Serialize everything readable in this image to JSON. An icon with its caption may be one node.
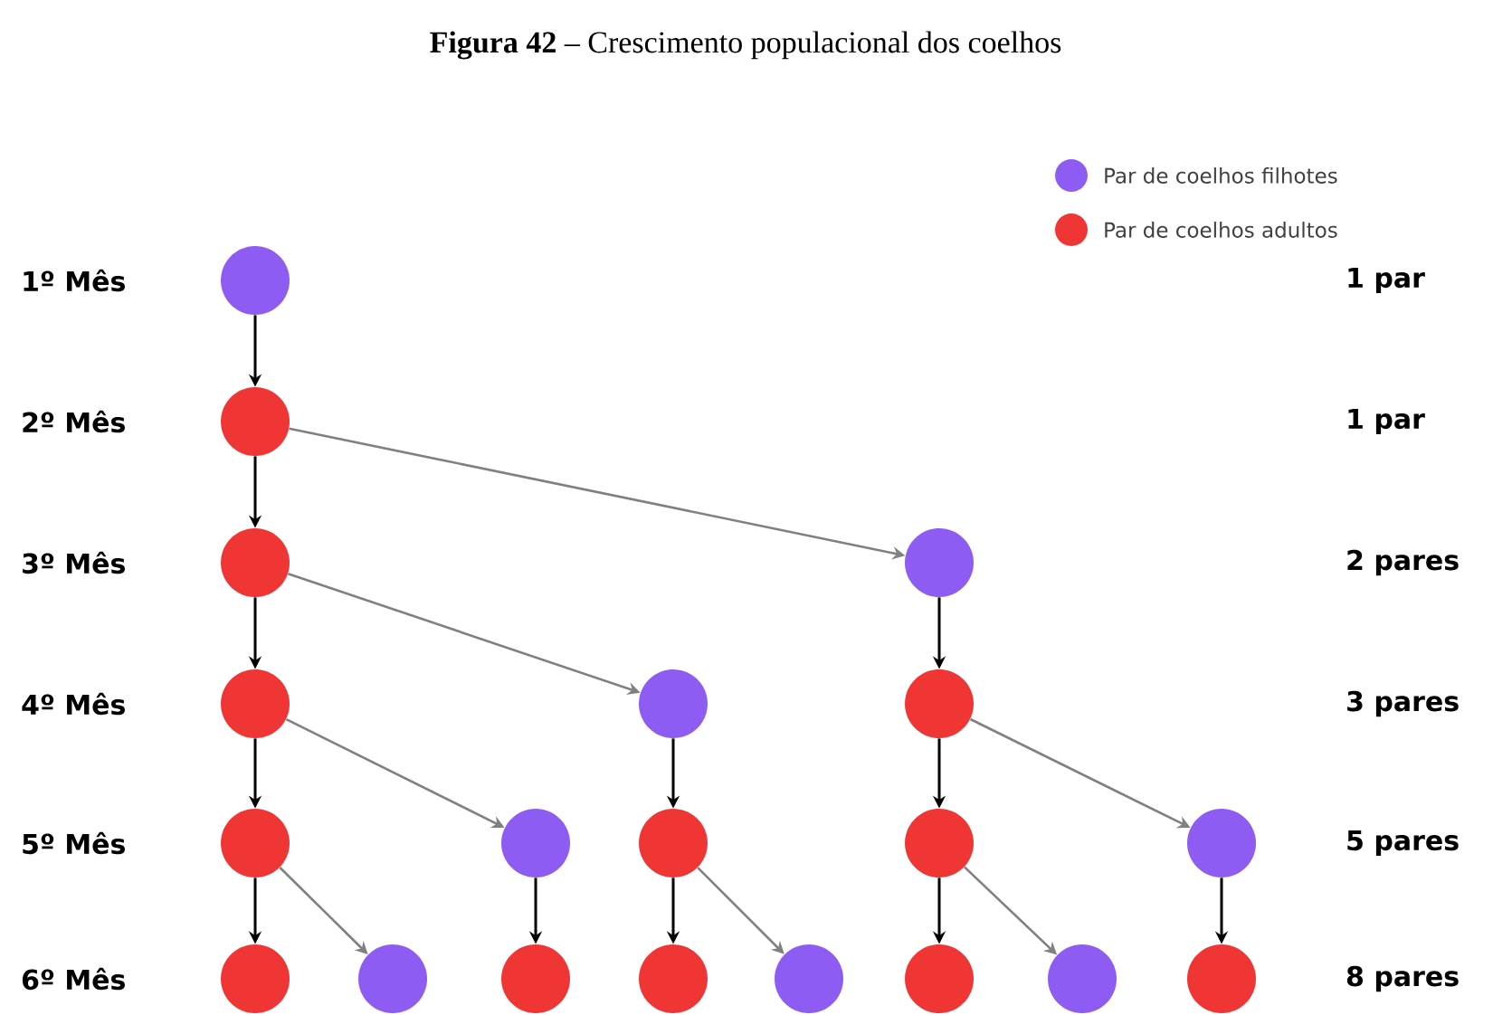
{
  "diagram": {
    "title": "**Figura 42** – Crescimento populacional dos coelhos",
    "nodes": [
      {
        "text": [],
        "shape": "circle"
      },
      {
        "text": [],
        "shape": "circle"
      },
      {
        "text": [],
        "shape": "circle"
      },
      {
        "text": [],
        "shape": "circle"
      },
      {
        "text": [],
        "shape": "circle"
      },
      {
        "text": [],
        "shape": "circle"
      },
      {
        "text": [],
        "shape": "circle"
      },
      {
        "text": [],
        "shape": "circle"
      },
      {
        "text": [],
        "shape": "circle"
      },
      {
        "text": [],
        "shape": "circle"
      },
      {
        "text": [],
        "shape": "circle"
      },
      {
        "text": [],
        "shape": "circle"
      },
      {
        "text": [],
        "shape": "circle"
      },
      {
        "text": [],
        "shape": "circle"
      },
      {
        "text": [],
        "shape": "circle"
      },
      {
        "text": [],
        "shape": "circle"
      },
      {
        "text": [],
        "shape": "circle"
      },
      {
        "text": [],
        "shape": "circle"
      },
      {
        "text": [],
        "shape": "circle"
      },
      {
        "text": [],
        "shape": "circle"
      }
    ],
    "edges": [
      {
        "from": 0,
        "to": 1,
        "arrow": "to"
      },
      {
        "from": 1,
        "to": 2,
        "arrow": "to"
      },
      {
        "from": 1,
        "to": 3,
        "arrow": "to",
        "color": "#808080"
      },
      {
        "from": 2,
        "to": 4,
        "arrow": "to"
      },
      {
        "from": 2,
        "to": 5,
        "arrow": "to",
        "color": "#808080"
      },
      {
        "from": 3,
        "to": 6,
        "arrow": "to"
      },
      {
        "from": 4,
        "to": 7,
        "arrow": "to"
      },
      {
        "from": 4,
        "to": 8,
        "arrow": "to",
        "color": "#808080"
      },
      {
        "from": 5,
        "to": 9,
        "arrow": "to"
      },
      {
        "from": 6,
        "to": 10,
        "arrow": "to"
      },
      {
        "from": 6,
        "to": 11,
        "arrow": "to",
        "color": "#808080"
      },
      {
        "from": 7,
        "to": 12,
        "arrow": "to"
      },
      {
        "from": 7,
        "to": 13,
        "arrow": "to",
        "color": "#808080"
      },
      {
        "from": 8,
        "to": 14,
        "arrow": "to"
      },
      {
        "from": 9,
        "to": 15,
        "arrow": "to"
      },
      {
        "from": 9,
        "to": 16,
        "arrow": "to",
        "color": "#808080"
      },
      {
        "from": 10,
        "to": 17,
        "arrow": "to"
      },
      {
        "from": 10,
        "to": 18,
        "arrow": "to",
        "color": "#808080"
      },
      {
        "from": 11,
        "to": 19,
        "arrow": "to"
      }
    ],
    "labels": [
      "1º Mês",
      "1 par",
      "2º Mês",
      "1 par",
      "3º Mês",
      "2 pares",
      "4º Mês",
      "3 pares",
      "5º Mês",
      "5 pares",
      "6º Mês",
      "8 pares"
    ],
    "legend": [
      {
        "text": "Par de coelhos filhotes",
        "color": "#8e5cf2"
      },
      {
        "text": "Par de coelhos adultos",
        "color": "#f03535"
      }
    ]
  }
}
